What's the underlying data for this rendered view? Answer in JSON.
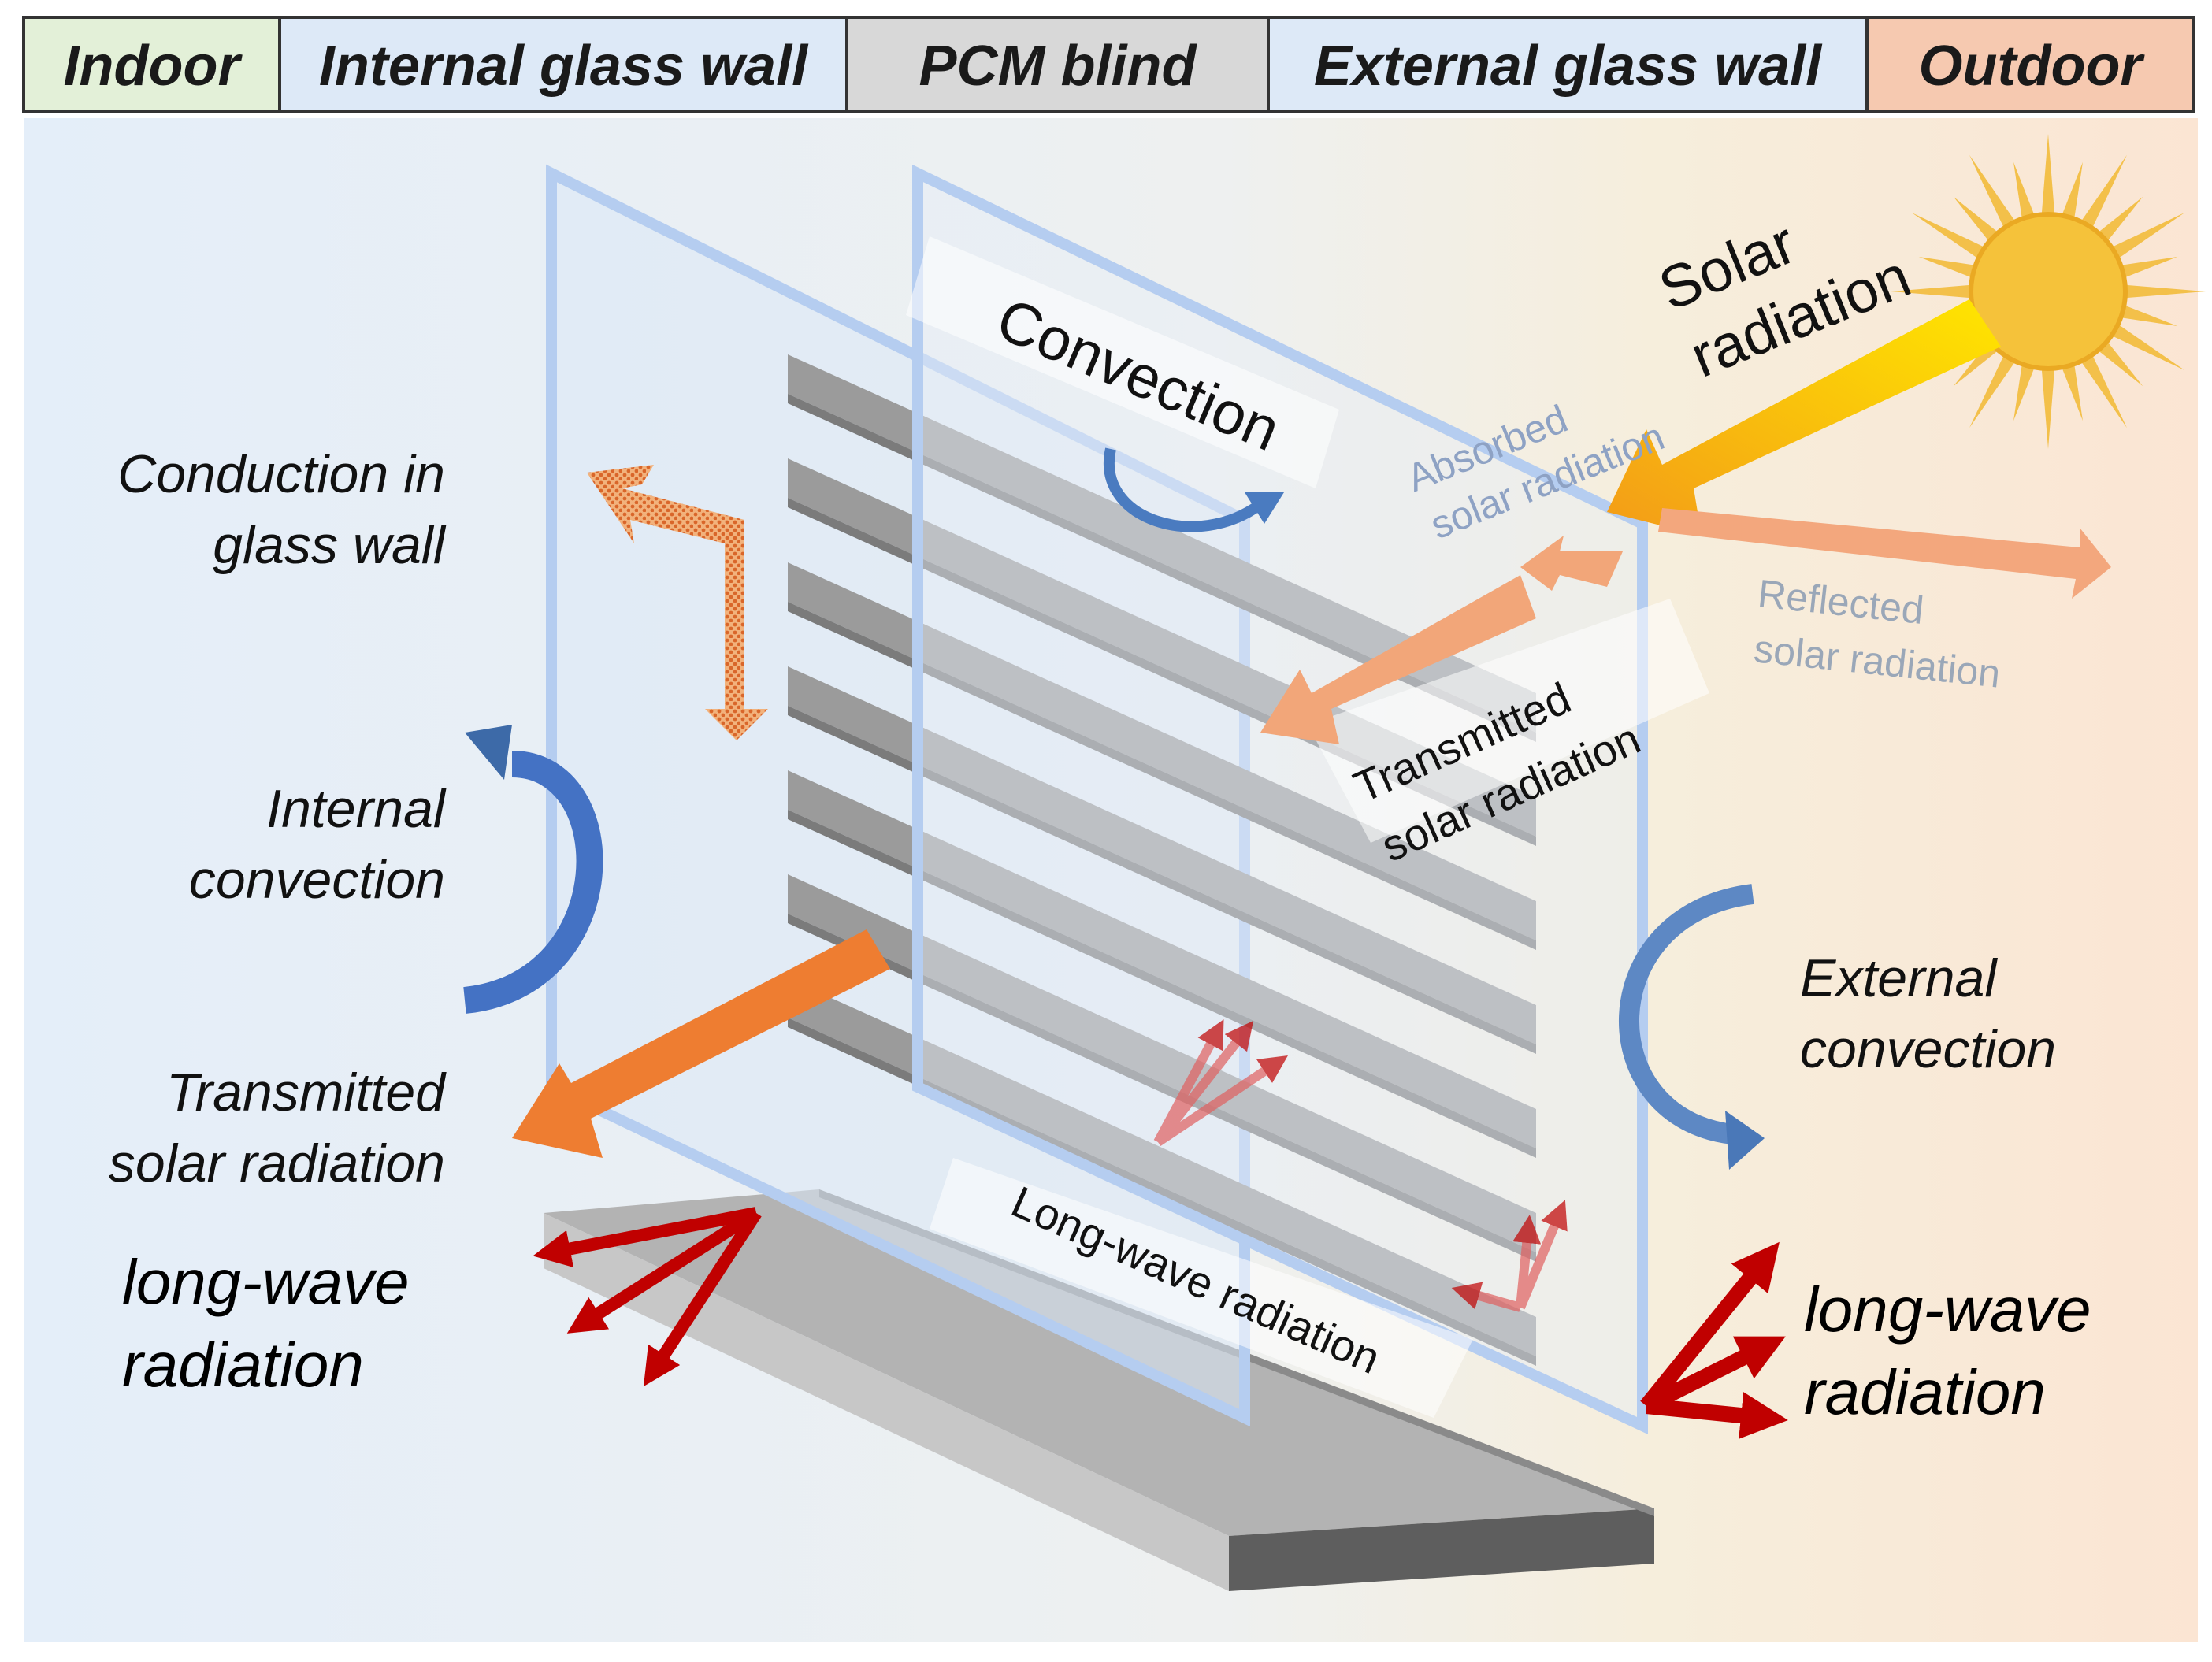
{
  "header": {
    "zones": [
      {
        "label": "Indoor",
        "color": "#e3f0d8"
      },
      {
        "label": "Internal glass wall",
        "color": "#dde9f7"
      },
      {
        "label": "PCM blind",
        "color": "#d8d8d8"
      },
      {
        "label": "External glass wall",
        "color": "#dde9f7"
      },
      {
        "label": "Outdoor",
        "color": "#f6c9b0"
      }
    ]
  },
  "labels": {
    "conduction": [
      "Conduction in",
      "glass wall"
    ],
    "internal_convection": [
      "Internal",
      "convection"
    ],
    "transmitted_left": [
      "Transmitted",
      "solar radiation"
    ],
    "longwave_left": [
      "long-wave",
      "radiation"
    ],
    "convection_top": "Convection",
    "solar": [
      "Solar",
      "radiation"
    ],
    "absorbed": [
      "Absorbed",
      "solar radiation"
    ],
    "reflected": [
      "Reflected",
      "solar radiation"
    ],
    "transmitted_center": [
      "Transmitted",
      "solar radiation"
    ],
    "external_convection": [
      "External",
      "convection"
    ],
    "longwave_right": [
      "long-wave",
      "radiation"
    ],
    "longwave_floor": "Long-wave radiation"
  },
  "colors": {
    "indoor_bg": "#e6f0fa",
    "outdoor_bg": "#fbe6d2",
    "glass": "#b5cdf0",
    "slat": "#9b9b9b",
    "sun": "#f5c23a",
    "orange": "#ee7d31",
    "light_orange": "#f2a679",
    "red": "#c00000",
    "blue": "#3d6aa8"
  },
  "icons": [
    "sun-icon",
    "conduction-arrow-icon",
    "convection-arrow-icon",
    "longwave-arrows-icon"
  ]
}
